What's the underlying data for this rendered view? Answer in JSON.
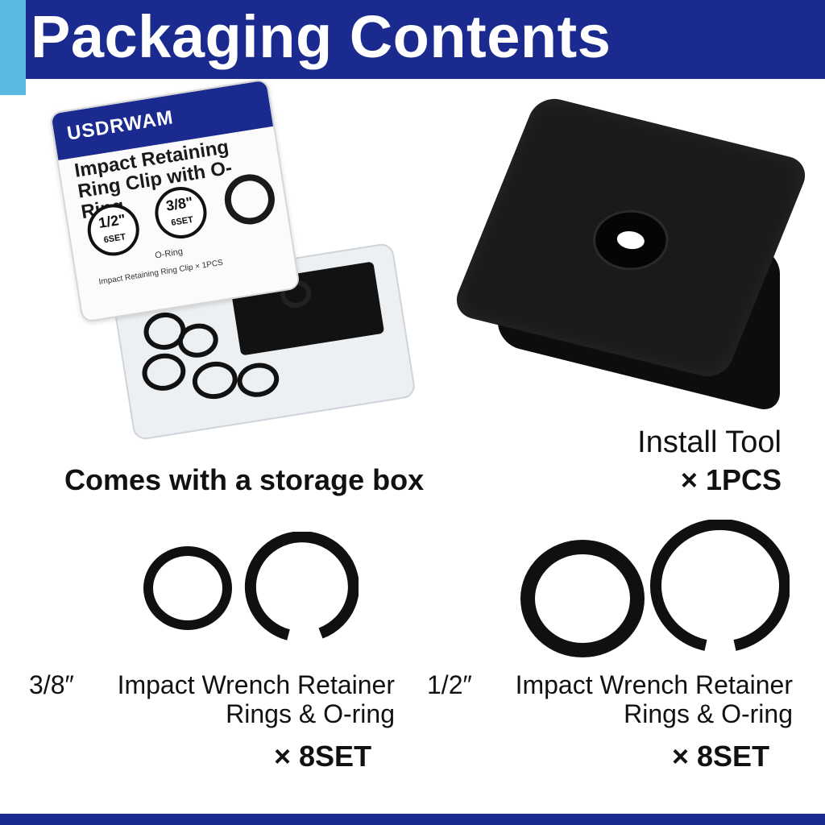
{
  "header": {
    "title": "Packaging Contents"
  },
  "storage_box": {
    "brand": "USDRWAM",
    "product_title": "Impact Retaining Ring Clip with O-Ring",
    "badge_half": "1/2\"",
    "badge_half_sets": "6SET",
    "badge_three_eighths": "3/8\"",
    "badge_three_eighths_sets": "6SET",
    "oring_label": "O-Ring",
    "subtext": "Impact Retaining Ring Clip × 1PCS",
    "caption": "Comes with a storage box"
  },
  "install_tool": {
    "name": "Install Tool",
    "qty": "×  1PCS"
  },
  "sets": [
    {
      "size": "3/8″",
      "name_line1": "Impact Wrench Retainer",
      "name_line2": "Rings & O-ring",
      "qty": "×  8SET"
    },
    {
      "size": "1/2″",
      "name_line1": "Impact Wrench Retainer",
      "name_line2": "Rings & O-ring",
      "qty": "×  8SET"
    }
  ],
  "colors": {
    "brand_blue": "#1b2a8f",
    "accent_cyan": "#5bb8e0",
    "rubber_black": "#101010"
  }
}
